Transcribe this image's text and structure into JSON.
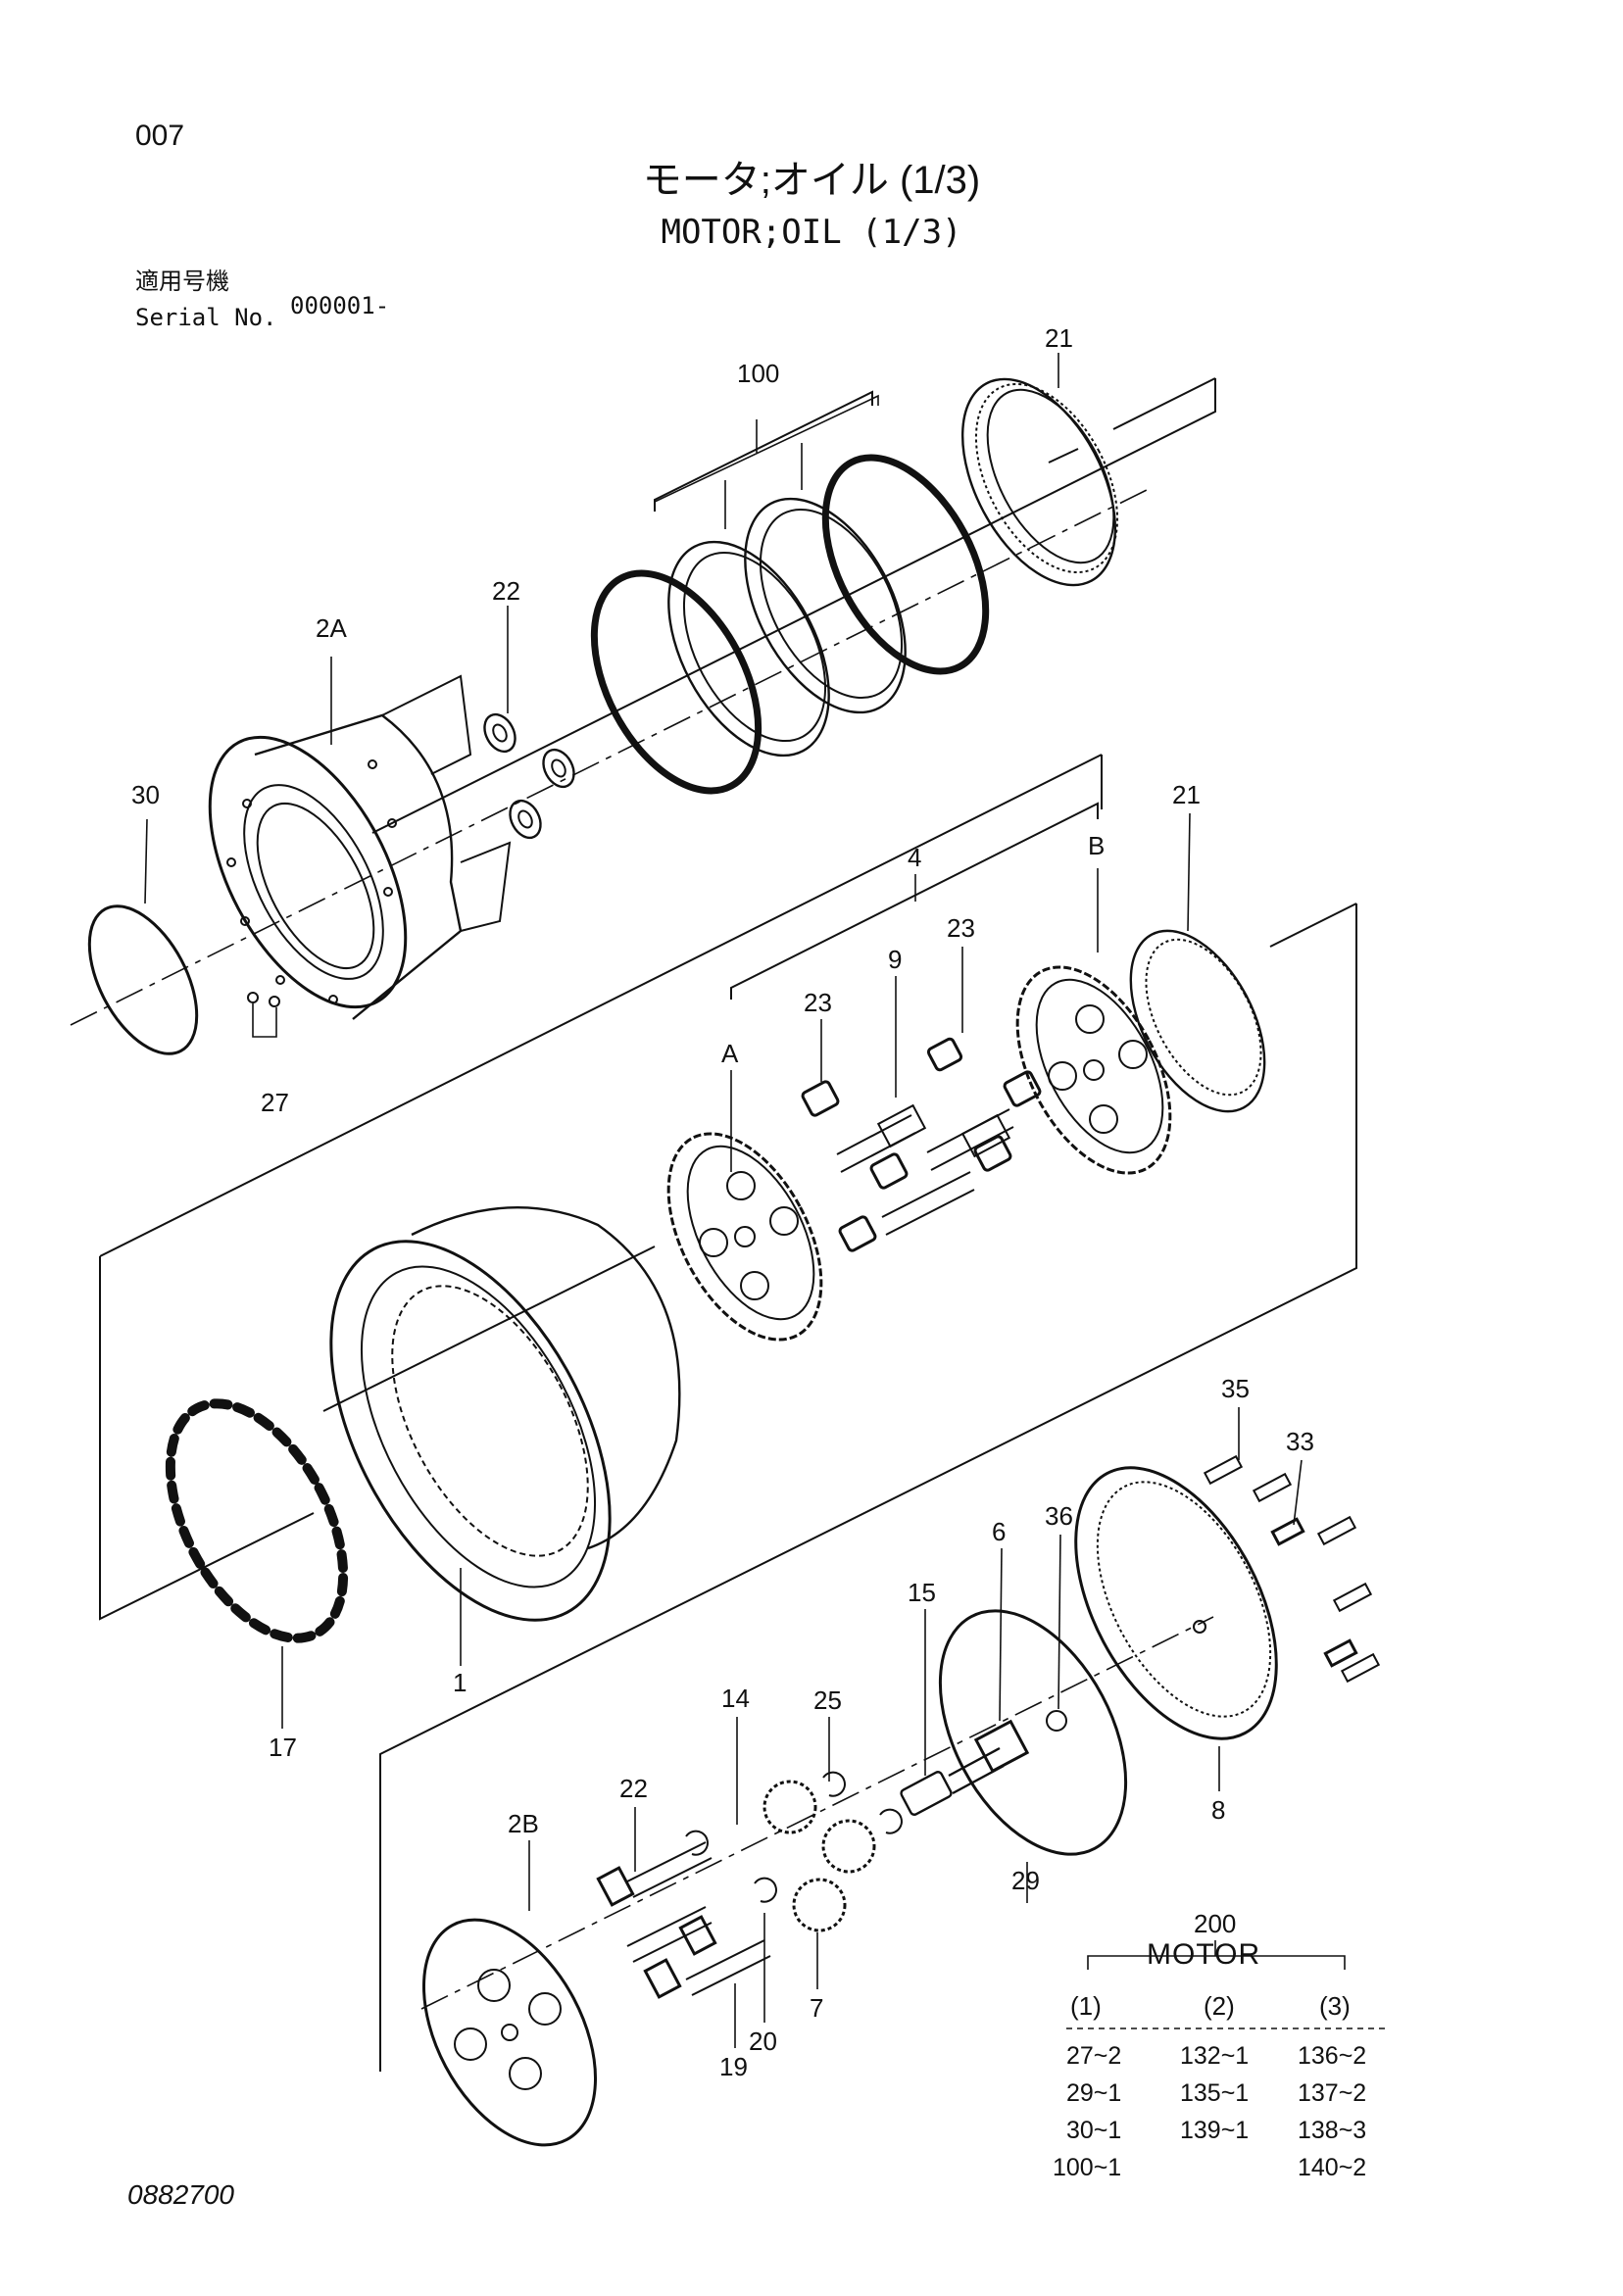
{
  "header": {
    "page_code": "007",
    "title_jp": "モータ;オイル (1/3)",
    "title_en": "MOTOR;OIL (1/3)",
    "serial_label_jp": "適用号機",
    "serial_label_en": "Serial No.",
    "serial_value": "000001-"
  },
  "callouts": {
    "c100": "100",
    "c21a": "21",
    "c22a": "22",
    "c2A": "2A",
    "c30": "30",
    "c27": "27",
    "c21b": "21",
    "cB": "B",
    "c4": "4",
    "c23a": "23",
    "c9": "9",
    "c23b": "23",
    "cA": "A",
    "c1": "1",
    "c17": "17",
    "c35": "35",
    "c33": "33",
    "c36": "36",
    "c6": "6",
    "c15": "15",
    "c25": "25",
    "c14": "14",
    "c22b": "22",
    "c2B": "2B",
    "c8": "8",
    "c29": "29",
    "c7": "7",
    "c20": "20",
    "c19": "19",
    "c200": "200"
  },
  "kit_table": {
    "title": "MOTOR",
    "columns": [
      "(1)",
      "(2)",
      "(3)"
    ],
    "rows": [
      [
        "27~2",
        "132~1",
        "136~2"
      ],
      [
        "29~1",
        "135~1",
        "137~2"
      ],
      [
        "30~1",
        "139~1",
        "138~3"
      ],
      [
        "100~1",
        "",
        "140~2"
      ]
    ]
  },
  "footer": {
    "drawing_number": "0882700"
  }
}
